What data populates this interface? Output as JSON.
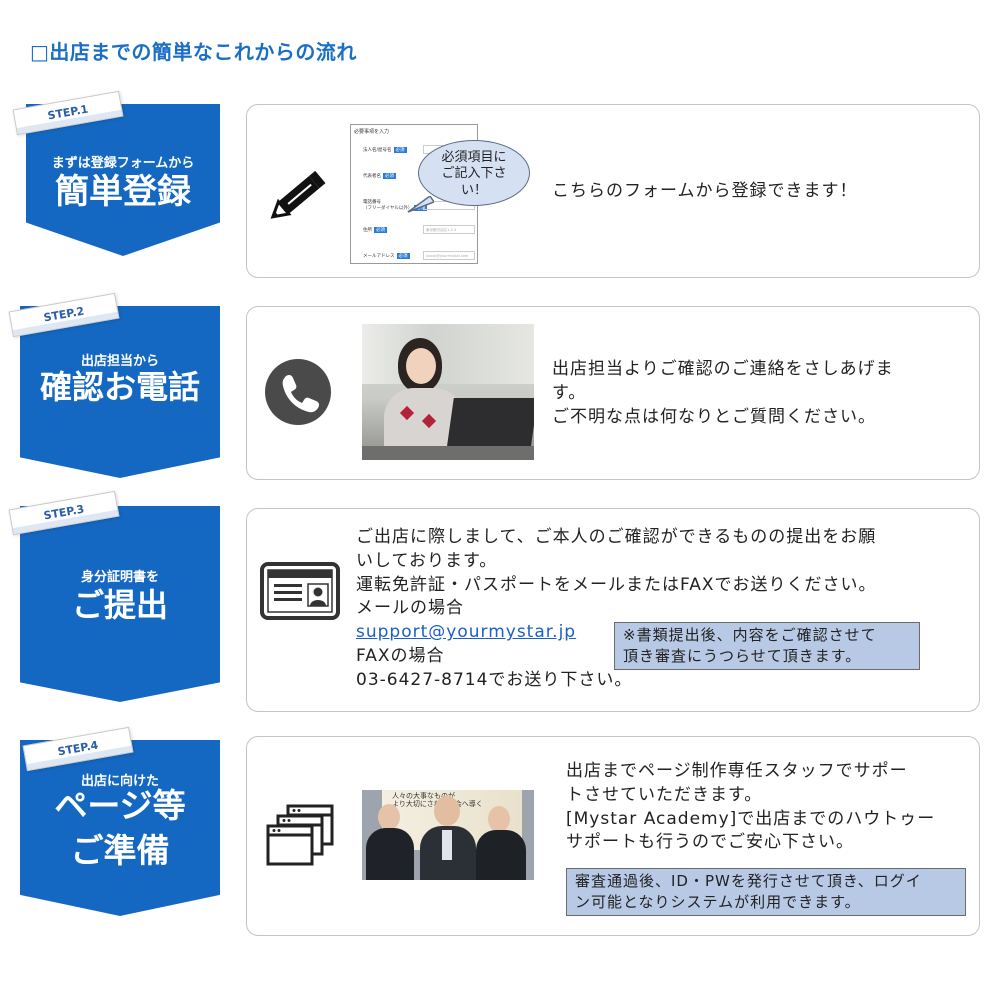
{
  "page_title": "□出店までの簡単なこれからの流れ",
  "steps": [
    {
      "tag": "STEP.1",
      "sub": "まずは登録フォームから",
      "main": "簡単登録",
      "form": {
        "title": "必要事項を入力",
        "rows": [
          "法人名/屋号名",
          "代表者名",
          "電話番号",
          "（フリーダイヤル以外）",
          "住所",
          "メールアドレス"
        ],
        "req": "必須",
        "fields": [
          "",
          "",
          "",
          "東京都渋谷区1-2-3",
          "xxxxx@yourmystar.com"
        ]
      },
      "bubble": [
        "必須項目に",
        "ご記入下さ",
        "い！"
      ],
      "text": "こちらのフォームから登録できます！"
    },
    {
      "tag": "STEP.2",
      "sub": "出店担当から",
      "main": "確認お電話",
      "text_lines": [
        "出店担当よりご確認のご連絡をさしあげま",
        "す。",
        "ご不明な点は何なりとご質問ください。"
      ]
    },
    {
      "tag": "STEP.3",
      "sub": "身分証明書を",
      "main": "ご提出",
      "text_lines": [
        "ご出店に際しまして、ご本人のご確認ができるものの提出をお願",
        "いしております。",
        "運転免許証・パスポートをメールまたはFAXでお送りください。",
        "メールの場合"
      ],
      "email": "support@yourmystar.jp",
      "fax_label": "FAXの場合",
      "fax_line": "03-6427-8714でお送り下さい。",
      "note_lines": [
        "※書類提出後、内容をご確認させて",
        "頂き審査にうつらせて頂きます。"
      ]
    },
    {
      "tag": "STEP.4",
      "sub": "出店に向けた",
      "main_lines": [
        "ページ等",
        "ご準備"
      ],
      "text_lines": [
        "出店までページ制作専任スタッフでサポー",
        "トさせていただきます。",
        "[Mystar Academy]で出店までのハウトゥー",
        "サポートも行うのでご安心下さい。"
      ],
      "note_lines": [
        "審査通過後、ID・PWを発行させて頂き、ログイ",
        "ン可能となりシステムが利用できます。"
      ],
      "photo_banner": [
        "人々の大事なものが",
        "より大切にされる社会へ導く"
      ]
    }
  ],
  "colors": {
    "primary": "#1468c2",
    "title": "#1a6ec5",
    "note_bg": "#b8c9e6",
    "link": "#1a5fc9"
  }
}
